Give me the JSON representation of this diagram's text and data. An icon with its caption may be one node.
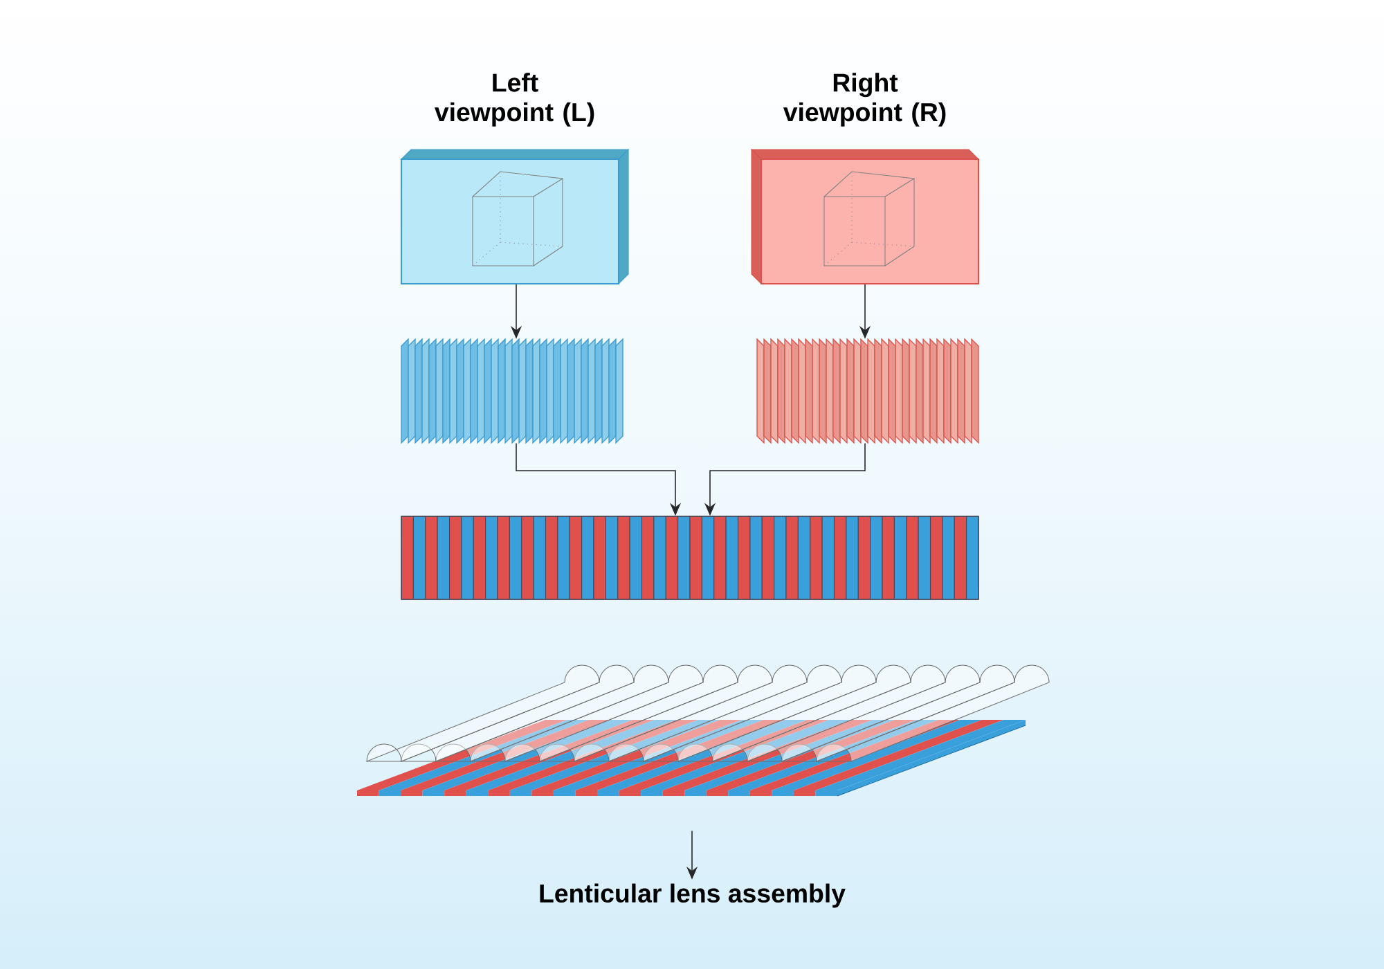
{
  "diagram": {
    "nodes": [
      {
        "text": [
          "Left viewpoint (L)"
        ]
      },
      {
        "text": [
          "Right viewpoint (R)"
        ]
      },
      {
        "text": [],
        "shape": "picture"
      },
      {
        "text": [],
        "shape": "picture"
      },
      {
        "text": [],
        "shape": "picture"
      },
      {
        "text": [],
        "shape": "picture"
      },
      {
        "text": [
          "Lenticular lens assembly"
        ]
      }
    ],
    "edges": [
      {
        "from": 0,
        "to": 2,
        "arrow": "to"
      },
      {
        "from": 1,
        "to": 3,
        "arrow": "to"
      },
      {
        "from": 2,
        "to": 4,
        "arrow": "to"
      },
      {
        "from": 3,
        "to": 4,
        "arrow": "to"
      },
      {
        "from": 5,
        "to": 6,
        "arrow": "to"
      }
    ]
  }
}
